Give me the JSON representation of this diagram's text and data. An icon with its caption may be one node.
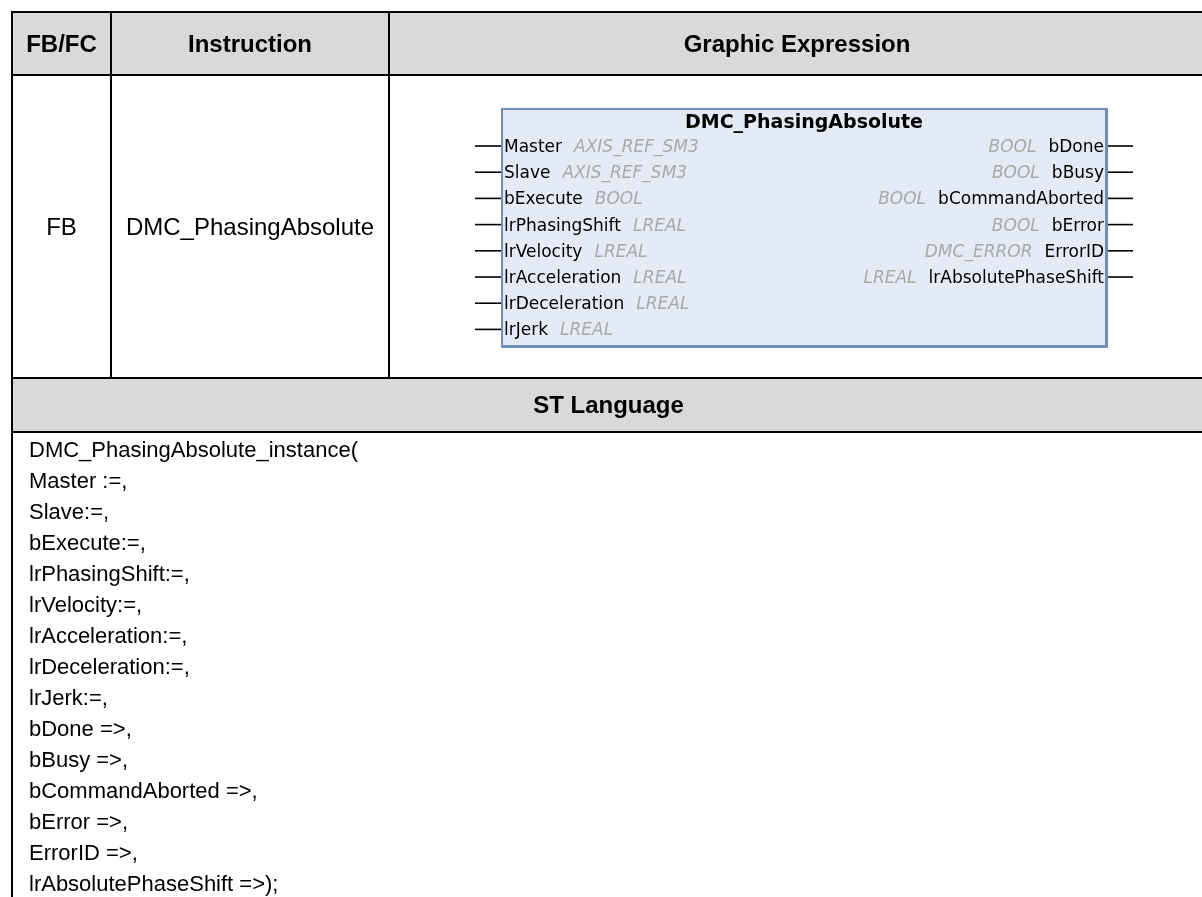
{
  "diagram": {
    "nodes": [
      {
        "text": [
          "DMC_PhasingAbsolute"
        ]
      }
    ],
    "labels": [
      "FB/FC",
      "Instruction",
      "Graphic Expression",
      "FB",
      "DMC_PhasingAbsolute",
      "Master",
      "AXIS_REF_SM3",
      "BOOL",
      "bDone",
      "Slave",
      "AXIS_REF_SM3",
      "BOOL",
      "bBusy",
      "bExecute",
      "BOOL",
      "BOOL",
      "bCommandAborted",
      "lrPhasingShift",
      "LREAL",
      "BOOL",
      "bError",
      "lrVelocity",
      "LREAL",
      "DMC_ERROR",
      "ErrorID",
      "lrAcceleration",
      "LREAL",
      "LREAL",
      "lrAbsolutePhaseShift",
      "lrDeceleration",
      "LREAL",
      "lrJerk",
      "LREAL",
      "ST Language",
      "DMC_PhasingAbsolute_instance(",
      "Master :=,",
      "Slave:=,",
      "bExecute:=,",
      "lrPhasingShift:=,",
      "lrVelocity:=,",
      "lrAcceleration:=,",
      "lrDeceleration:=,",
      "lrJerk:=,",
      "bDone =>,",
      "bBusy =>,",
      "bCommandAborted =>,",
      "bError =>,",
      "ErrorID =>,",
      "lrAbsolutePhaseShift =>);"
    ]
  }
}
